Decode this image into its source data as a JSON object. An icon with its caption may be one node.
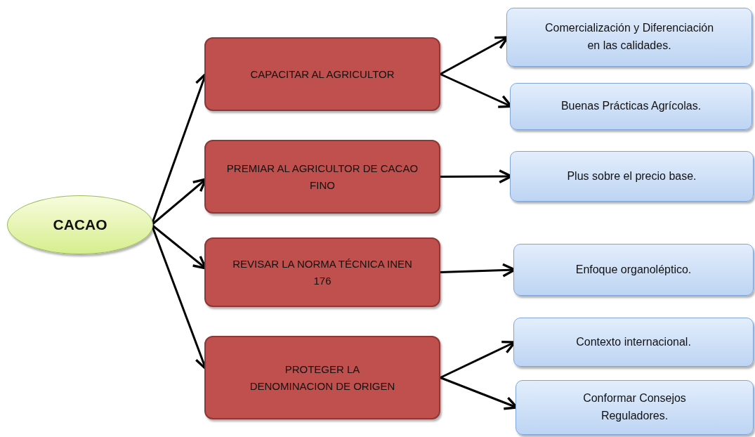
{
  "diagram": {
    "nodes": [
      {
        "text": [
          "CACAO"
        ]
      },
      {
        "text": [
          "CAPACITAR AL AGRICULTOR"
        ]
      },
      {
        "text": [
          "PREMIAR AL AGRICULTOR DE CACAO FINO"
        ]
      },
      {
        "text": [
          "REVISAR LA NORMA TÉCNICA INEN 176"
        ]
      },
      {
        "text": [
          "PROTEGER LA DENOMINACION DE ORIGEN"
        ]
      },
      {
        "text": [
          "Comercialización y Diferenciación en las calidades."
        ]
      },
      {
        "text": [
          "Buenas Prácticas Agrícolas."
        ]
      },
      {
        "text": [
          "Plus sobre el precio base."
        ]
      },
      {
        "text": [
          "Enfoque organoléptico."
        ]
      },
      {
        "text": [
          "Contexto internacional."
        ]
      },
      {
        "text": [
          "Conformar Consejos Reguladores."
        ]
      }
    ],
    "edges": [
      {
        "from": 0,
        "to": 1,
        "arrow": "to"
      },
      {
        "from": 0,
        "to": 2,
        "arrow": "to"
      },
      {
        "from": 0,
        "to": 3,
        "arrow": "to"
      },
      {
        "from": 0,
        "to": 4,
        "arrow": "to"
      },
      {
        "from": 1,
        "to": 5,
        "arrow": "to"
      },
      {
        "from": 1,
        "to": 6,
        "arrow": "to"
      },
      {
        "from": 2,
        "to": 7,
        "arrow": "to"
      },
      {
        "from": 3,
        "to": 8,
        "arrow": "to"
      },
      {
        "from": 4,
        "to": 9,
        "arrow": "to"
      },
      {
        "from": 4,
        "to": 10,
        "arrow": "to"
      }
    ]
  }
}
